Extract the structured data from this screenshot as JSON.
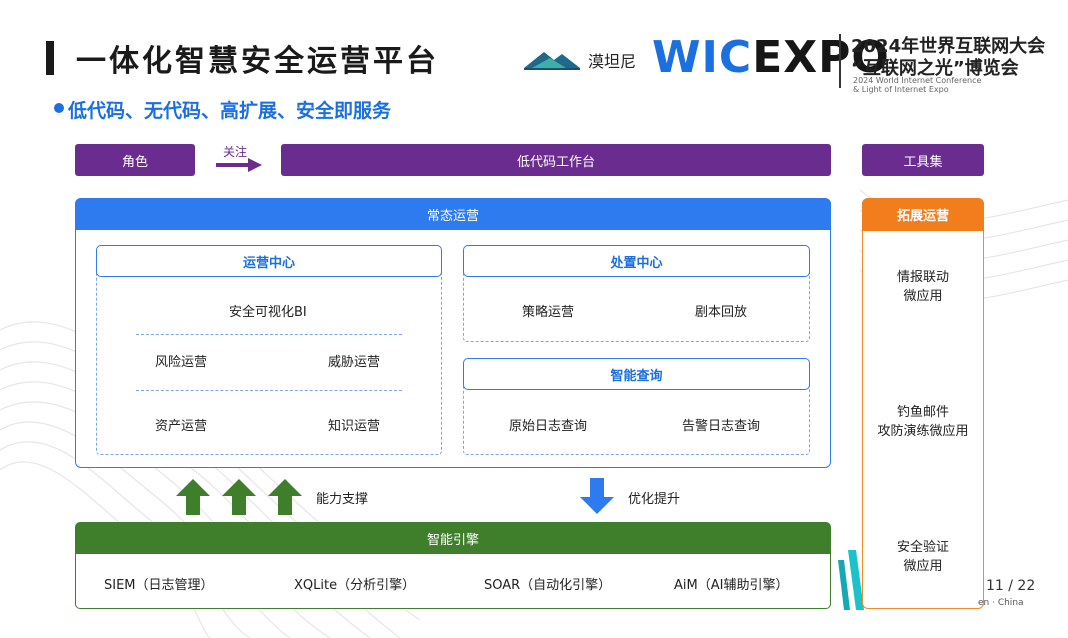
{
  "header": {
    "title": "一体化智慧安全运营平台",
    "company_name": "漠坦尼",
    "expo_logo_a": "WIC",
    "expo_logo_b": "EXPO",
    "conf_cn_line1": "2024年世界互联网大会",
    "conf_cn_line2": "“互联网之光”博览会",
    "conf_en_line1": "2024 World Internet Conference",
    "conf_en_line2": "& Light of Internet Expo"
  },
  "subtitle": "低代码、无代码、高扩展、安全即服务",
  "top_row": {
    "role": "角色",
    "follow": "关注",
    "workbench": "低代码工作台",
    "toolset": "工具集"
  },
  "routine_ops": {
    "title": "常态运营",
    "ops_center": {
      "title": "运营中心",
      "bi": "安全可视化BI",
      "risk": "风险运营",
      "threat": "威胁运营",
      "asset": "资产运营",
      "knowledge": "知识运营"
    },
    "disposal_center": {
      "title": "处置中心",
      "strategy": "策略运营",
      "playback": "剧本回放"
    },
    "smart_query": {
      "title": "智能查询",
      "raw_log": "原始日志查询",
      "alert_log": "告警日志查询"
    }
  },
  "capability": {
    "support": "能力支撑",
    "improve": "优化提升"
  },
  "engine": {
    "title": "智能引擎",
    "items": [
      "SIEM（日志管理）",
      "XQLite（分析引擎）",
      "SOAR（自动化引擎）",
      "AiM（AI辅助引擎）"
    ]
  },
  "tools": {
    "title": "拓展运营",
    "intel": [
      "情报联动",
      "微应用"
    ],
    "phishing": [
      "钓鱼邮件",
      "攻防演练微应用"
    ],
    "verify": [
      "安全验证",
      "微应用"
    ]
  },
  "footer": {
    "page": "11 / 22",
    "location": "en · China"
  },
  "colors": {
    "purple": "#6b2c8f",
    "blue": "#2e7bf0",
    "green": "#3f7f2c",
    "orange": "#f27d1c"
  }
}
